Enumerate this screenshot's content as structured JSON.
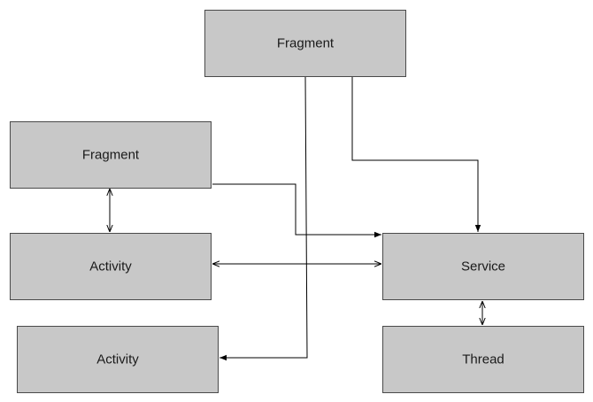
{
  "diagram": {
    "nodes": [
      {
        "id": "fragment-top",
        "label": "Fragment"
      },
      {
        "id": "fragment-left",
        "label": "Fragment"
      },
      {
        "id": "activity-middle",
        "label": "Activity"
      },
      {
        "id": "activity-bottom",
        "label": "Activity"
      },
      {
        "id": "service",
        "label": "Service"
      },
      {
        "id": "thread",
        "label": "Thread"
      }
    ],
    "edges": [
      {
        "from": "fragment-top",
        "to": "service",
        "direction": "forward"
      },
      {
        "from": "fragment-top",
        "to": "activity-bottom",
        "direction": "forward"
      },
      {
        "from": "fragment-left",
        "to": "service",
        "direction": "forward"
      },
      {
        "from": "fragment-left",
        "to": "activity-middle",
        "direction": "both"
      },
      {
        "from": "activity-middle",
        "to": "service",
        "direction": "both"
      },
      {
        "from": "service",
        "to": "thread",
        "direction": "both"
      }
    ]
  }
}
